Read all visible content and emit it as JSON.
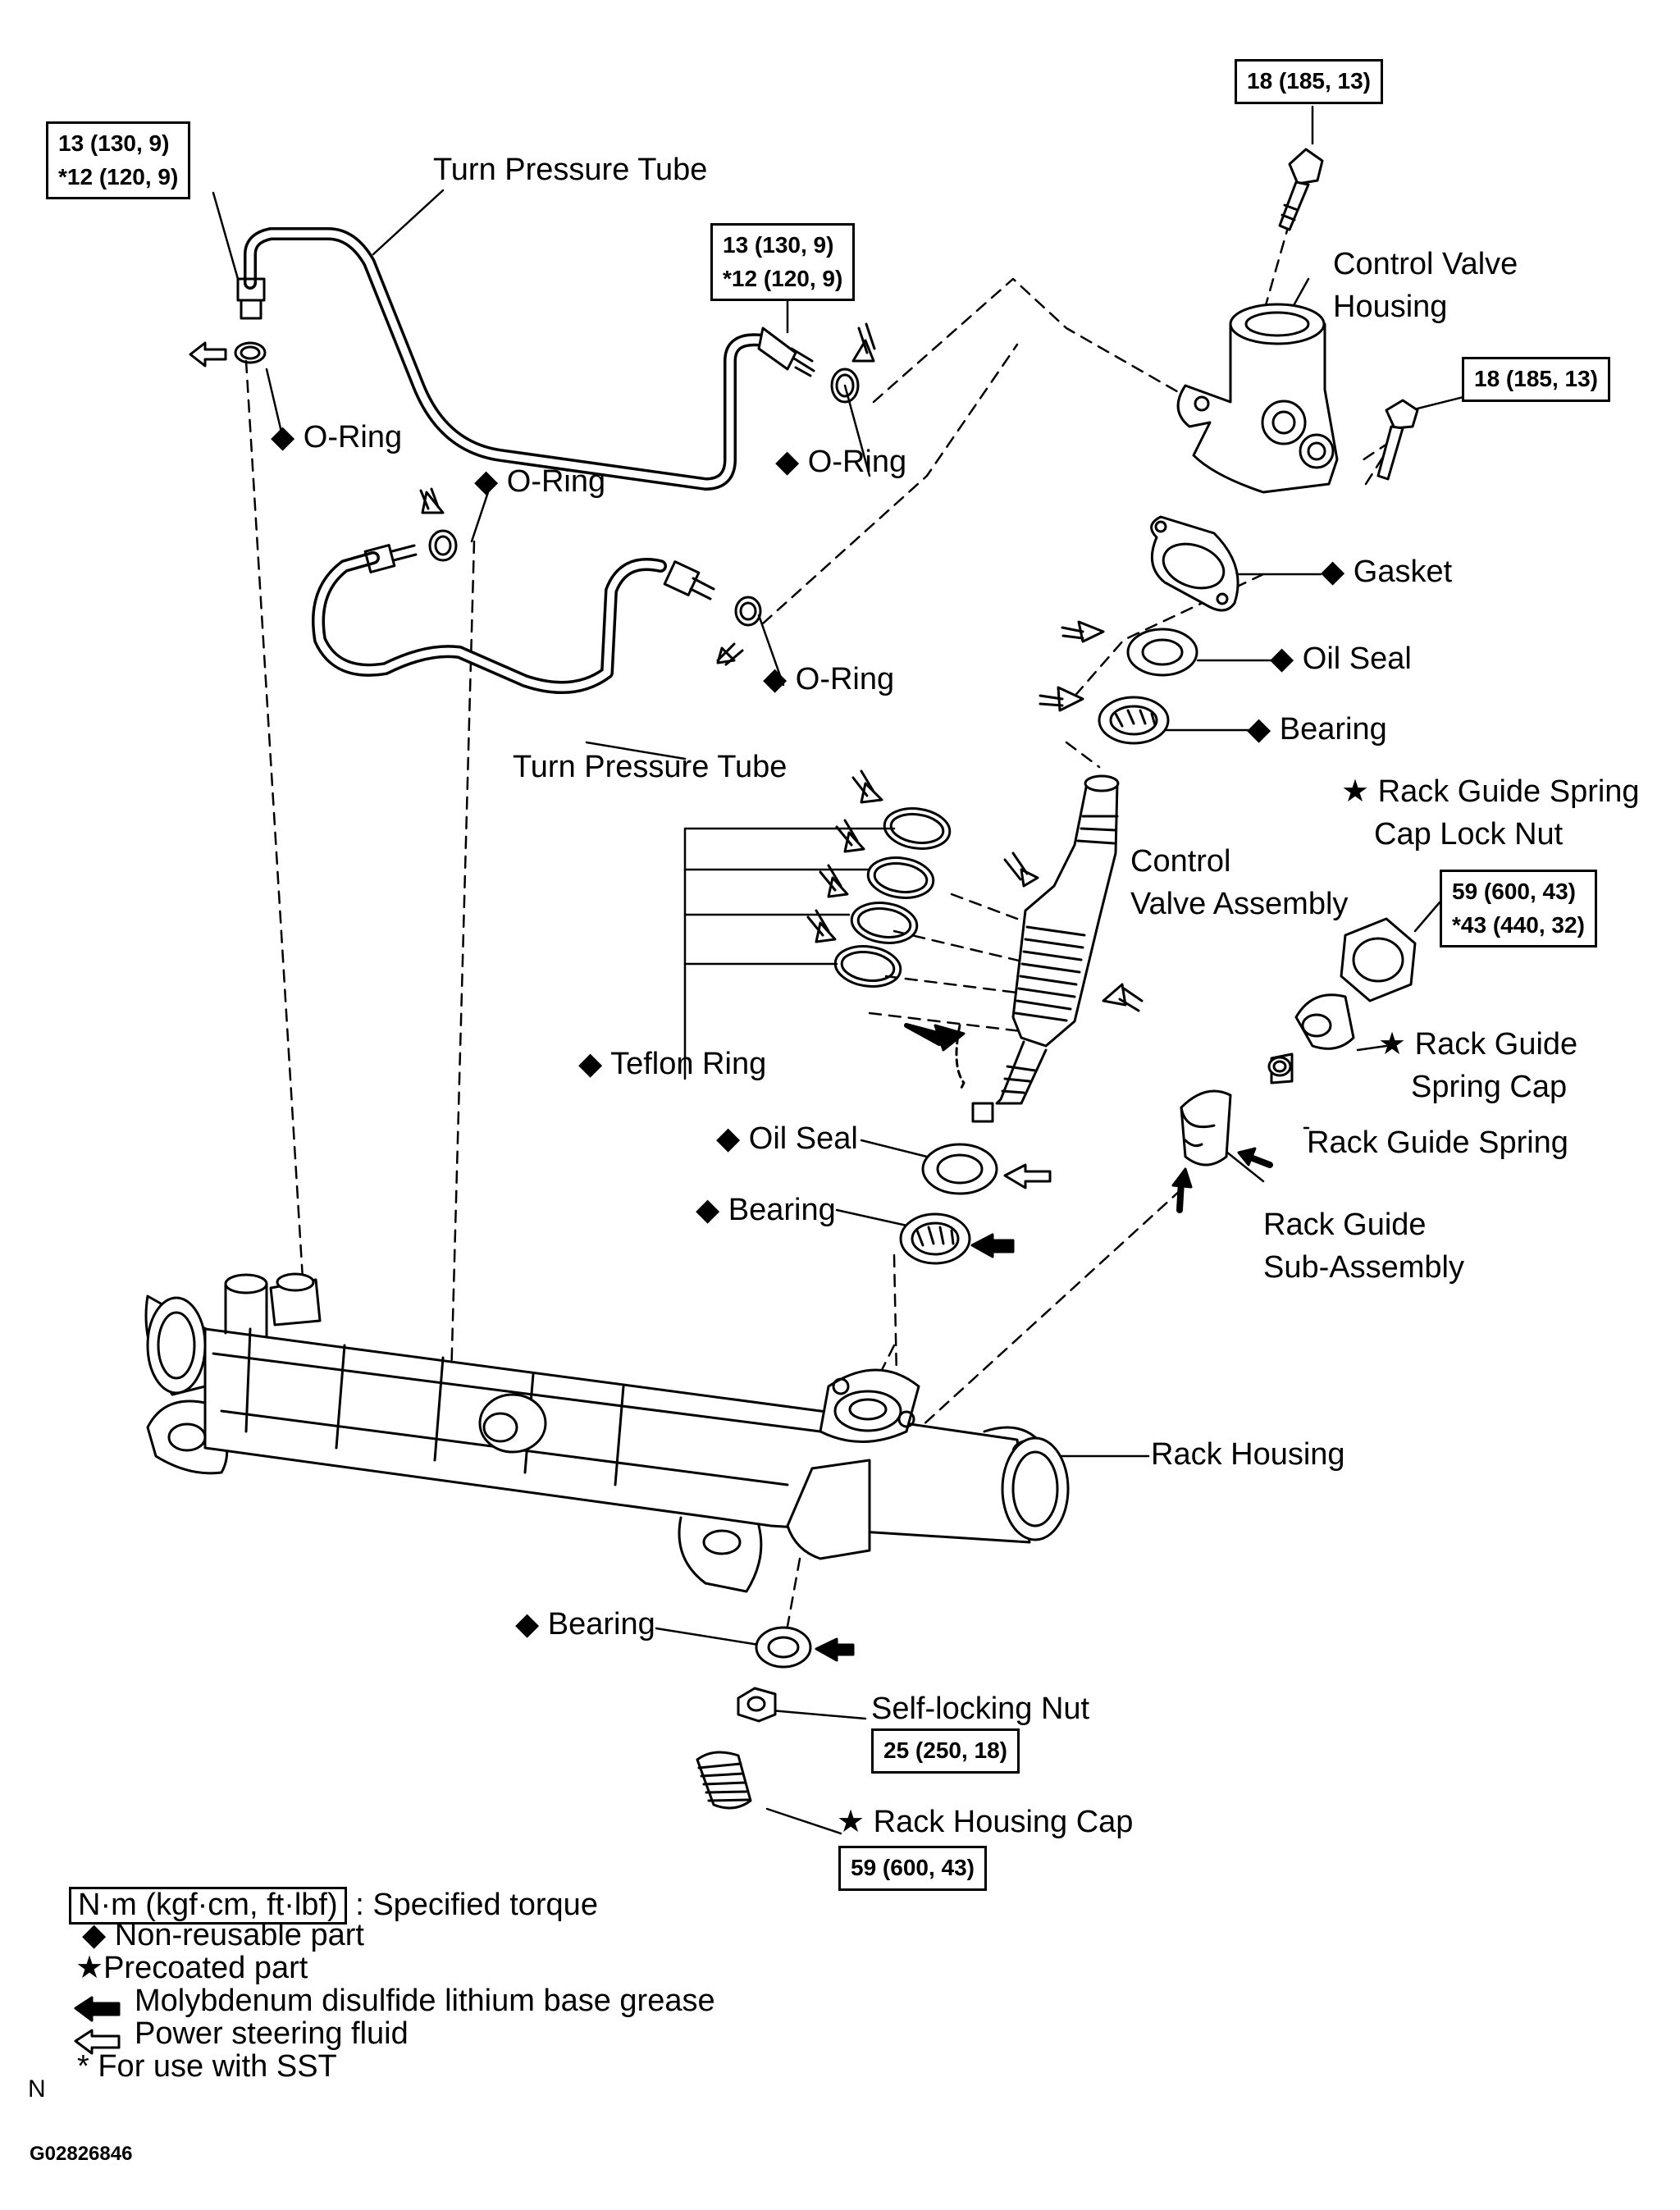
{
  "torque_boxes": {
    "top_bolt": "18 (185, 13)",
    "tube_left_1": "13 (130, 9)",
    "tube_left_2": "*12 (120, 9)",
    "tube_mid_1": "13 (130, 9)",
    "tube_mid_2": "*12 (120, 9)",
    "right_bolt": "18 (185, 13)",
    "lock_nut_1": "59 (600, 43)",
    "lock_nut_2": "*43 (440, 32)",
    "self_locking_nut": "25 (250, 18)",
    "rack_housing_cap": "59 (600, 43)"
  },
  "labels": {
    "turn_pressure_tube_top": "Turn Pressure Tube",
    "turn_pressure_tube_bottom": "Turn Pressure Tube",
    "o_ring_1": "◆ O-Ring",
    "o_ring_2": "◆ O-Ring",
    "o_ring_3": "◆ O-Ring",
    "o_ring_4": "◆ O-Ring",
    "control_valve_housing_1": "Control Valve",
    "control_valve_housing_2": "Housing",
    "gasket": "◆ Gasket",
    "oil_seal_top": "◆ Oil Seal",
    "bearing_top": "◆ Bearing",
    "rack_guide_spring_cap_lock_nut_1": "★ Rack Guide Spring",
    "rack_guide_spring_cap_lock_nut_2": "Cap Lock Nut",
    "control_valve_assembly_1": "Control",
    "control_valve_assembly_2": "Valve Assembly",
    "teflon_ring": "◆ Teflon Ring",
    "rack_guide_spring_cap_1": "★ Rack Guide",
    "rack_guide_spring_cap_2": "Spring Cap",
    "rack_guide_spring": "Rack Guide Spring",
    "oil_seal_mid": "◆ Oil Seal",
    "bearing_mid": "◆ Bearing",
    "rack_guide_sub_assembly_1": "Rack Guide",
    "rack_guide_sub_assembly_2": "Sub-Assembly",
    "rack_housing": "Rack Housing",
    "bearing_bottom": "◆ Bearing",
    "self_locking_nut": "Self-locking  Nut",
    "rack_housing_cap": "★ Rack Housing Cap"
  },
  "legend": {
    "torque_unit": "N·m (kgf·cm, ft·lbf)",
    "torque_desc": ": Specified torque",
    "non_reusable": "◆ Non-reusable  part",
    "precoated": "★Precoated part",
    "grease": "Molybdenum disulfide lithium base grease",
    "fluid": "Power steering fluid",
    "sst": "* For use with SST"
  },
  "footer": {
    "north_mark": "N",
    "figure_code": "G02826846"
  }
}
